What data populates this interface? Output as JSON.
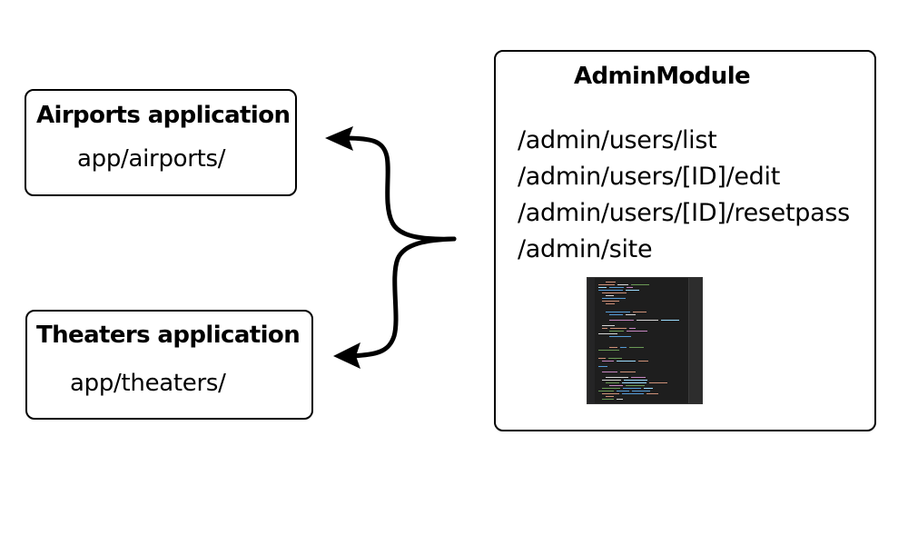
{
  "airports": {
    "title": "Airports application",
    "path": "app/airports/"
  },
  "theaters": {
    "title": "Theaters application",
    "path": "app/theaters/"
  },
  "admin": {
    "title": "AdminModule",
    "routes": [
      "/admin/users/list",
      "/admin/users/[ID]/edit",
      "/admin/users/[ID]/resetpass",
      "/admin/site"
    ],
    "thumbnail": "code-editor-screenshot"
  },
  "colors": {
    "stroke": "#000000",
    "background": "#ffffff",
    "editor_bg": "#1e1e1e"
  }
}
